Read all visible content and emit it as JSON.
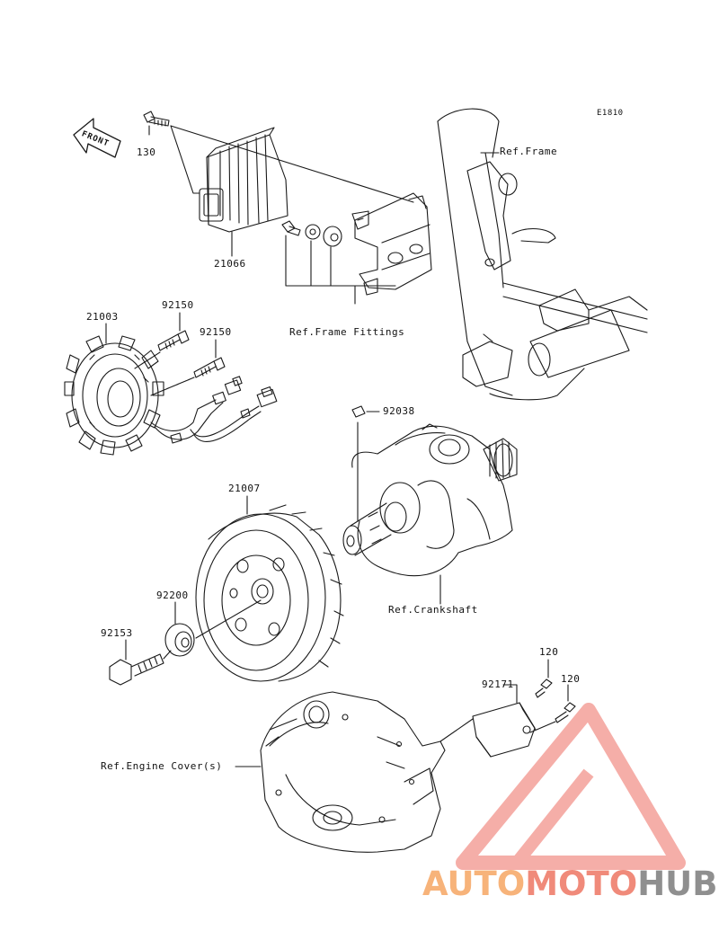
{
  "diagram_code": "E1810",
  "front_label": "FRONT",
  "part_labels": {
    "p130": "130",
    "p21066": "21066",
    "p21003": "21003",
    "p92150a": "92150",
    "p92150b": "92150",
    "p92038": "92038",
    "p21007": "21007",
    "p92200": "92200",
    "p92153": "92153",
    "p92171": "92171",
    "p120a": "120",
    "p120b": "120"
  },
  "ref_labels": {
    "frame": "Ref.Frame",
    "frame_fittings": "Ref.Frame Fittings",
    "crankshaft": "Ref.Crankshaft",
    "engine_cover": "Ref.Engine Cover(s)"
  },
  "watermark": {
    "part1": "AUTO",
    "part2": "MOTO",
    "part3": "HUB",
    "colors": {
      "auto": "#f7b37a",
      "moto": "#f08a7a",
      "hub": "#8f8f8f",
      "logo": "#f4a09a"
    }
  }
}
